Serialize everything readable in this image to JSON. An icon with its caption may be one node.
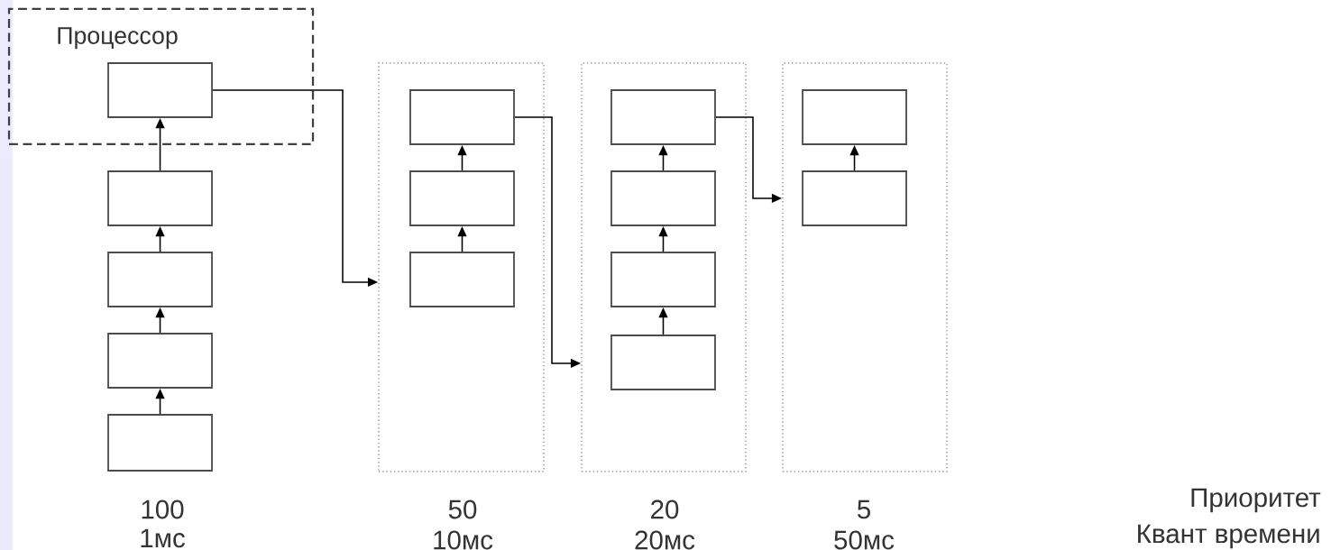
{
  "diagram": {
    "nodes": [
      {
        "text": [
          "Процессор"
        ]
      },
      {
        "text": [],
        "shape": "box",
        "in": 0
      },
      {
        "text": [],
        "shape": "box"
      },
      {
        "text": [],
        "shape": "box"
      },
      {
        "text": [],
        "shape": "box"
      },
      {
        "text": [],
        "shape": "box"
      },
      {
        "text": [],
        "shape": "box"
      },
      {
        "text": [],
        "shape": "box",
        "in": 6
      },
      {
        "text": [],
        "shape": "box",
        "in": 6
      },
      {
        "text": [],
        "shape": "box",
        "in": 6
      },
      {
        "text": [],
        "shape": "box"
      },
      {
        "text": [],
        "shape": "box",
        "in": 10
      },
      {
        "text": [],
        "shape": "box",
        "in": 10
      },
      {
        "text": [],
        "shape": "box",
        "in": 10
      },
      {
        "text": [],
        "shape": "box",
        "in": 10
      },
      {
        "text": [],
        "shape": "box"
      },
      {
        "text": [],
        "shape": "box",
        "in": 15
      },
      {
        "text": [],
        "shape": "box",
        "in": 15
      }
    ],
    "edges": [
      {
        "from": 2,
        "to": 1,
        "arrow": "to"
      },
      {
        "from": 3,
        "to": 2,
        "arrow": "to"
      },
      {
        "from": 4,
        "to": 3,
        "arrow": "to"
      },
      {
        "from": 5,
        "to": 4,
        "arrow": "to"
      },
      {
        "from": 1,
        "to": 6,
        "arrow": "to"
      },
      {
        "from": 8,
        "to": 7,
        "arrow": "to"
      },
      {
        "from": 9,
        "to": 8,
        "arrow": "to"
      },
      {
        "from": 7,
        "to": 10,
        "arrow": "to"
      },
      {
        "from": 12,
        "to": 11,
        "arrow": "to"
      },
      {
        "from": 13,
        "to": 12,
        "arrow": "to"
      },
      {
        "from": 14,
        "to": 13,
        "arrow": "to"
      },
      {
        "from": 11,
        "to": 15,
        "arrow": "to"
      },
      {
        "from": 17,
        "to": 16,
        "arrow": "to"
      }
    ],
    "labels": [
      "100",
      "50",
      "20",
      "5",
      "Приоритет",
      "1мс",
      "10мс",
      "20мс",
      "50мс",
      "Квант времени"
    ]
  }
}
